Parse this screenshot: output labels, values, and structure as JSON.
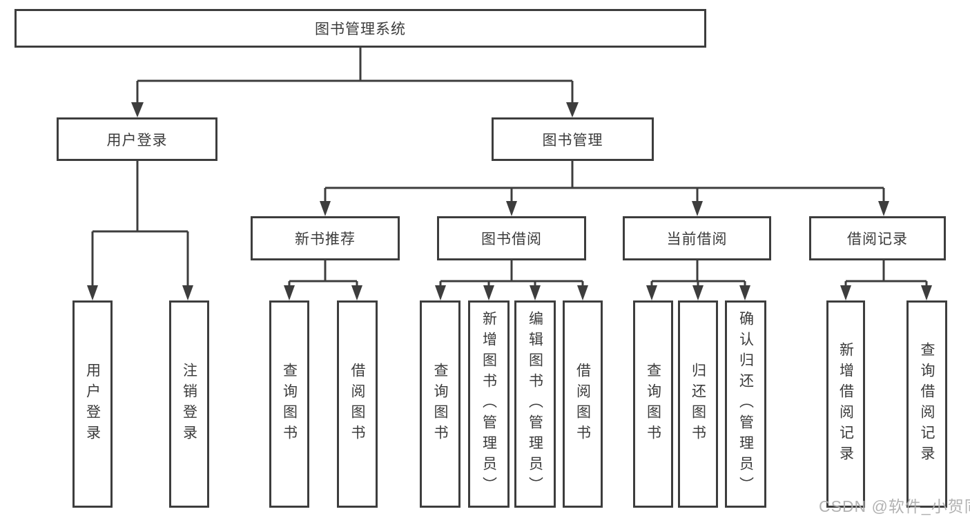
{
  "colors": {
    "line": "#3d3d3d",
    "node_border": "#3d3d3d",
    "node_text": "#3b3b3b",
    "background": "#ffffff",
    "watermark": "#aeaeae"
  },
  "watermark": {
    "text": "CSDN @软件_小贺同学"
  },
  "diagram": {
    "root": {
      "label": "图书管理系统"
    },
    "branches": {
      "user_login": {
        "label": "用户登录",
        "children": {
          "login": {
            "label": "用户登录"
          },
          "logout": {
            "label": "注销登录"
          }
        }
      },
      "book_management": {
        "label": "图书管理",
        "children": {
          "new_book_recommend": {
            "label": "新书推荐",
            "children": {
              "query_book": {
                "label": "查询图书"
              },
              "borrow_book": {
                "label": "借阅图书"
              }
            }
          },
          "book_borrow": {
            "label": "图书借阅",
            "children": {
              "query_book": {
                "label": "查询图书"
              },
              "add_book": {
                "label": "新增图书（管理员）"
              },
              "edit_book": {
                "label": "编辑图书（管理员）"
              },
              "borrow_book": {
                "label": "借阅图书"
              }
            }
          },
          "current_borrow": {
            "label": "当前借阅",
            "children": {
              "query_book": {
                "label": "查询图书"
              },
              "return_book": {
                "label": "归还图书"
              },
              "confirm_return": {
                "label": "确认归还（管理员）"
              }
            }
          },
          "borrow_records": {
            "label": "借阅记录",
            "children": {
              "add_record": {
                "label": "新增借阅记录"
              },
              "query_record": {
                "label": "查询借阅记录"
              }
            }
          }
        }
      }
    }
  }
}
